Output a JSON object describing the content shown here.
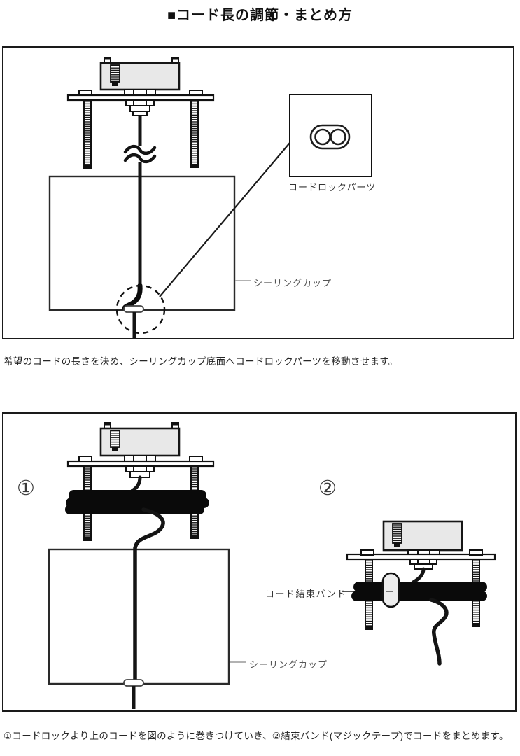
{
  "title": "■コード長の調節・まとめ方",
  "colors": {
    "line": "#1a1a1a",
    "fixture_fill": "#e8e8e8",
    "label_gray": "#555555",
    "coil_black": "#0a0a0a"
  },
  "figure1": {
    "callout_label": "コードロックパーツ",
    "cup_label": "シーリングカップ",
    "caption": "希望のコードの長さを決め、シーリングカップ底面へコードロックパーツを移動させます。"
  },
  "figure2": {
    "step1_marker": "①",
    "step2_marker": "②",
    "band_label": "コード結束バンド",
    "cup_label": "シーリングカップ",
    "caption": "①コードロックより上のコードを図のように巻きつけていき、②結束バンド(マジックテープ)でコードをまとめます。"
  }
}
